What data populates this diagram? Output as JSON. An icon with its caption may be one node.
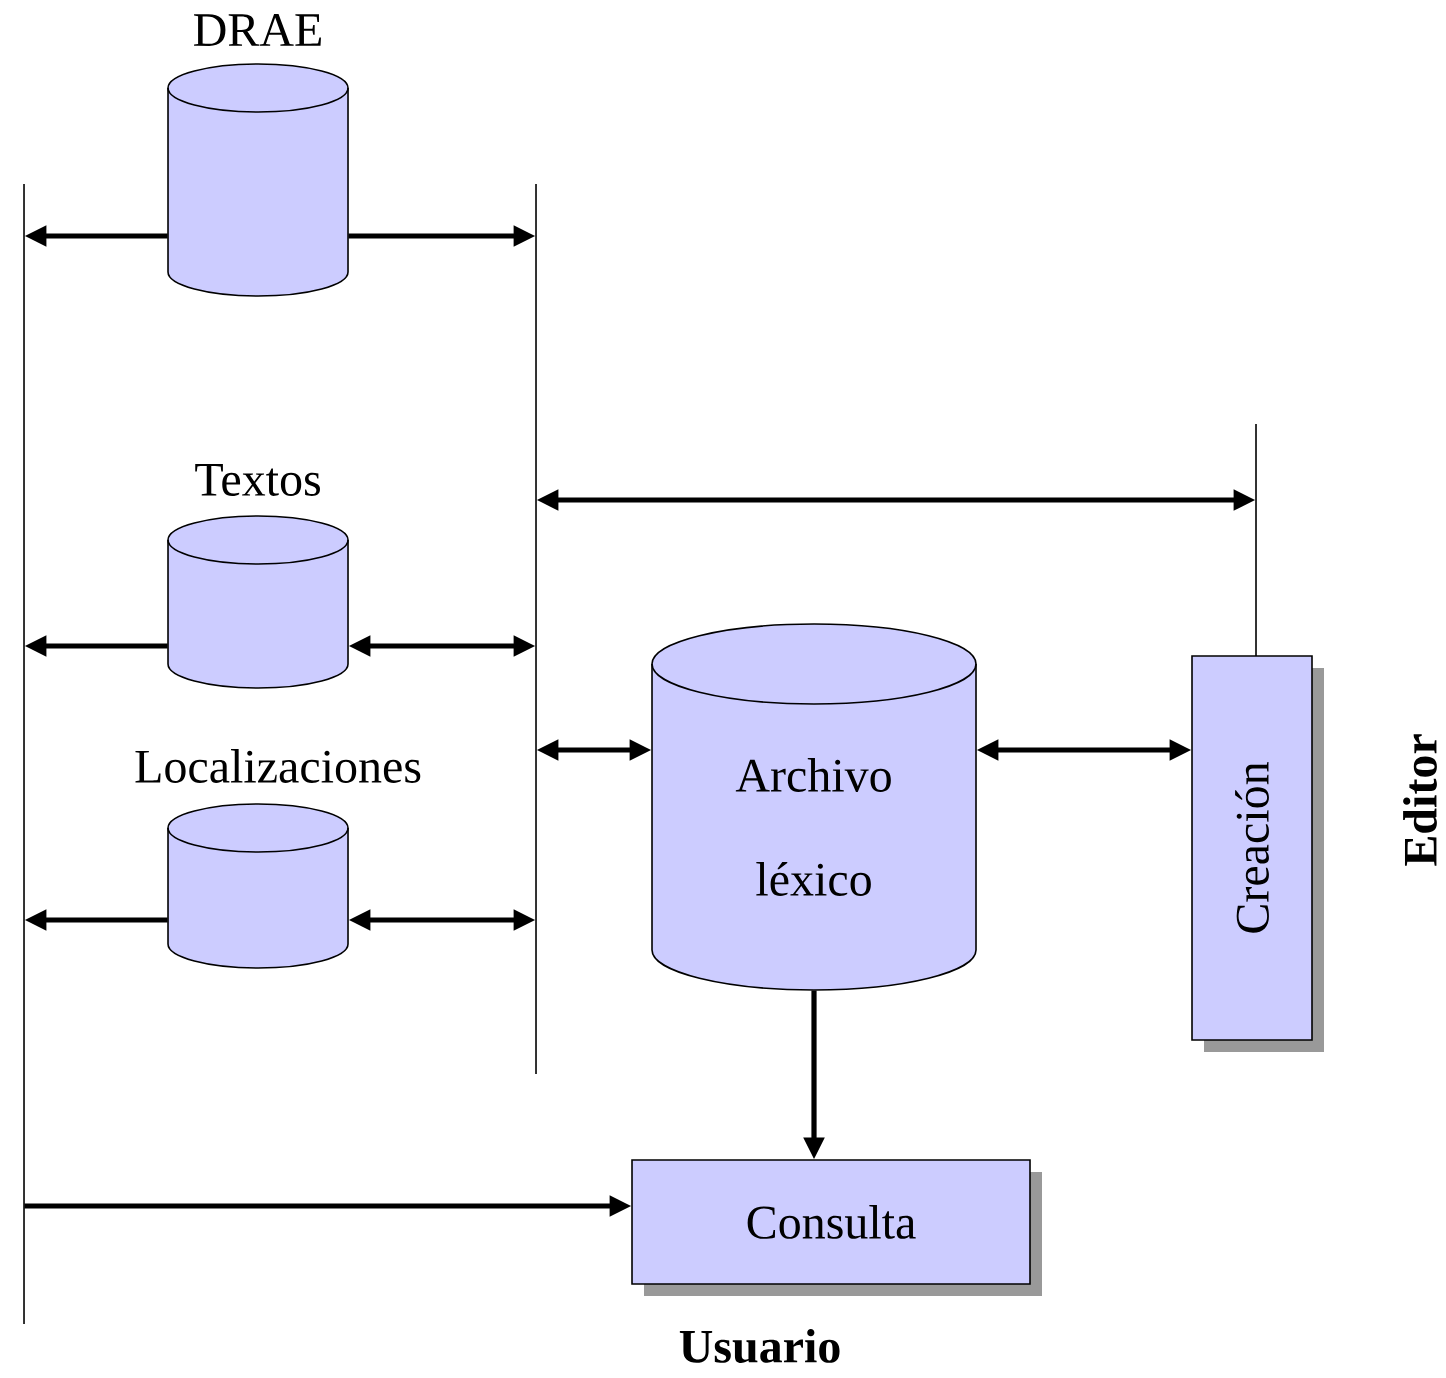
{
  "diagram": {
    "nodes": [
      {
        "text": [
          "DRAE"
        ]
      },
      {
        "text": [
          "Textos"
        ]
      },
      {
        "text": [
          "Localizaciones"
        ]
      },
      {
        "text": [
          "Archivo léxico"
        ]
      },
      {
        "text": [
          "Creación"
        ]
      },
      {
        "text": [
          "Consulta"
        ]
      },
      {
        "text": [],
        "shape": "bar"
      },
      {
        "text": [],
        "shape": "bar"
      },
      {
        "text": [],
        "shape": "bar"
      }
    ],
    "edges": [
      {
        "from": 0,
        "to": 6,
        "arrow": "to"
      },
      {
        "from": 0,
        "to": 7,
        "arrow": "to"
      },
      {
        "from": 1,
        "to": 6,
        "arrow": "to"
      },
      {
        "from": 1,
        "to": 7,
        "arrow": "both"
      },
      {
        "from": 2,
        "to": 6,
        "arrow": "to"
      },
      {
        "from": 2,
        "to": 7,
        "arrow": "both"
      },
      {
        "from": 7,
        "to": 3,
        "arrow": "both"
      },
      {
        "from": 7,
        "to": 8,
        "arrow": "both"
      },
      {
        "from": 3,
        "to": 4,
        "arrow": "both"
      },
      {
        "from": 3,
        "to": 5,
        "arrow": "to"
      },
      {
        "from": 6,
        "to": 5,
        "arrow": "to"
      }
    ],
    "labels": [
      "Editor",
      "Usuario"
    ]
  }
}
